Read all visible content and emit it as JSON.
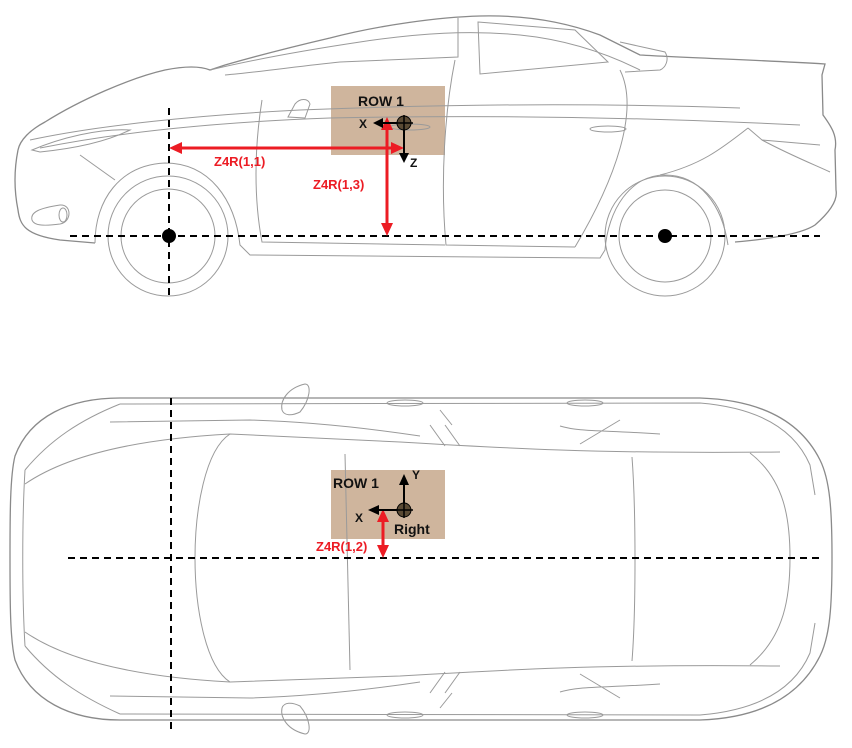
{
  "colors": {
    "seat_zone": "#cfb59d",
    "dimension": "#ec1c24",
    "reference_line": "#000000",
    "car_outline": "#9a9a9a",
    "hip_point": "#5a4a34"
  },
  "side_view": {
    "row_label": "ROW 1",
    "axis_x_label": "X",
    "axis_z_label": "Z",
    "dimension_x_label": "Z4R(1,1)",
    "dimension_z_label": "Z4R(1,3)"
  },
  "top_view": {
    "row_label": "ROW 1",
    "axis_x_label": "X",
    "axis_y_label": "Y",
    "side_label": "Right",
    "dimension_y_label": "Z4R(1,2)"
  }
}
